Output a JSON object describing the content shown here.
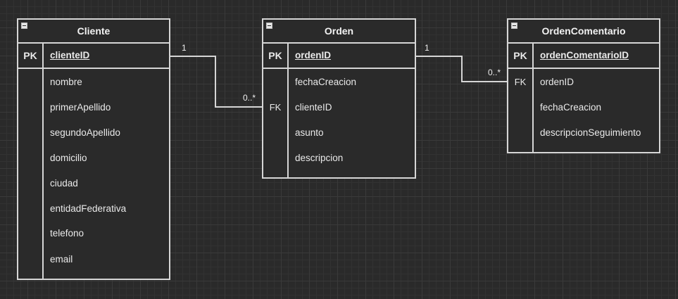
{
  "entities": {
    "cliente": {
      "title": "Cliente",
      "pk_key": "PK",
      "pk_field": "clienteID",
      "fields": [
        "nombre",
        "primerApellido",
        "segundoApellido",
        "domicilio",
        "ciudad",
        "entidadFederativa",
        "telefono",
        "email"
      ]
    },
    "orden": {
      "title": "Orden",
      "pk_key": "PK",
      "pk_field": "ordenID",
      "fields": [
        "fechaCreacion",
        "clienteID",
        "asunto",
        "descripcion"
      ],
      "fk_key": "FK"
    },
    "ordenComentario": {
      "title": "OrdenComentario",
      "pk_key": "PK",
      "pk_field": "ordenComentarioID",
      "fields": [
        "ordenID",
        "fechaCreacion",
        "descripcionSeguimiento"
      ],
      "fk_key": "FK"
    }
  },
  "relations": {
    "cliente_orden": {
      "from_mult": "1",
      "to_mult": "0..*"
    },
    "orden_comentario": {
      "from_mult": "1",
      "to_mult": "0..*"
    }
  },
  "colors": {
    "background": "#2a2a2a",
    "line": "#d6d6d6",
    "text": "#f0f0f0"
  }
}
